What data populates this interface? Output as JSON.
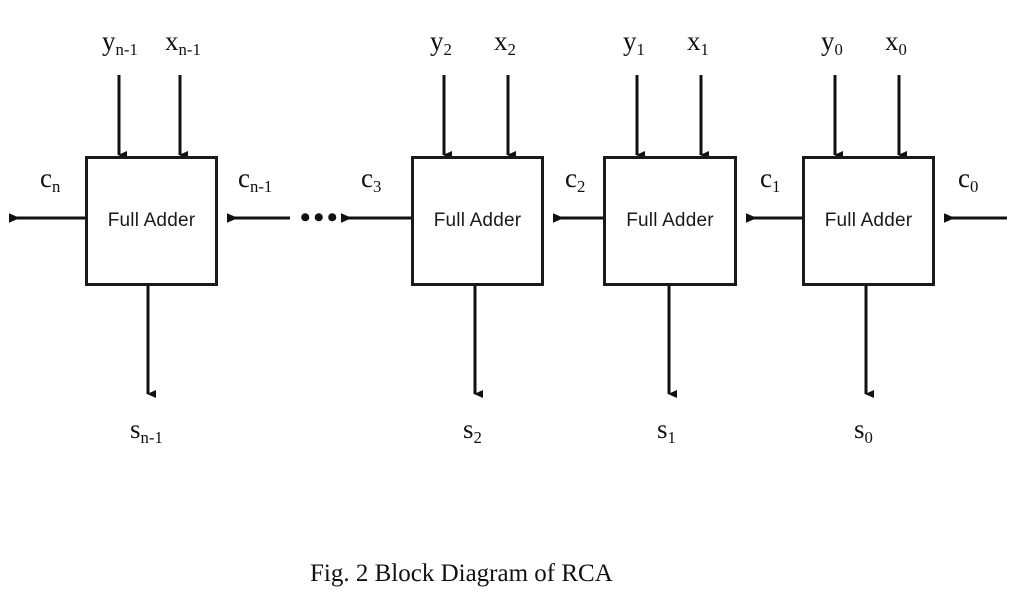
{
  "figure": {
    "caption": "Fig. 2 Block Diagram of RCA",
    "block_label": "Full Adder",
    "ellipsis": "•••",
    "line_color": "#111111",
    "box_border_color": "#1a1a1a",
    "background_color": "#ffffff"
  },
  "stages": [
    {
      "name": "stage-n-1",
      "block_label": "Full Adder",
      "input_y": "y",
      "input_y_sub": "n-1",
      "input_x": "x",
      "input_x_sub": "n-1",
      "carry_out": "c",
      "carry_out_sub": "n",
      "carry_in": "c",
      "carry_in_sub": "n-1",
      "sum": "s",
      "sum_sub": "n-1"
    },
    {
      "name": "stage-2",
      "block_label": "Full Adder",
      "input_y": "y",
      "input_y_sub": "2",
      "input_x": "x",
      "input_x_sub": "2",
      "carry_out": "c",
      "carry_out_sub": "3",
      "carry_in": "c",
      "carry_in_sub": "2",
      "sum": "s",
      "sum_sub": "2"
    },
    {
      "name": "stage-1",
      "block_label": "Full Adder",
      "input_y": "y",
      "input_y_sub": "1",
      "input_x": "x",
      "input_x_sub": "1",
      "carry_out": "c",
      "carry_out_sub": "2",
      "carry_in": "c",
      "carry_in_sub": "1",
      "sum": "s",
      "sum_sub": "1"
    },
    {
      "name": "stage-0",
      "block_label": "Full Adder",
      "input_y": "y",
      "input_y_sub": "0",
      "input_x": "x",
      "input_x_sub": "0",
      "carry_out": "c",
      "carry_out_sub": "1",
      "carry_in": "c",
      "carry_in_sub": "0",
      "sum": "s",
      "sum_sub": "0"
    }
  ],
  "chart_data": {
    "type": "diagram",
    "title": "Fig. 2 Block Diagram of RCA",
    "description": "Ripple Carry Adder composed of cascaded Full Adder blocks",
    "block_count_shown": 4,
    "blocks": [
      "Full Adder",
      "Full Adder",
      "Full Adder",
      "Full Adder"
    ],
    "inputs_top": [
      [
        "y<n-1>",
        "x<n-1>"
      ],
      [
        "y2",
        "x2"
      ],
      [
        "y1",
        "x1"
      ],
      [
        "y0",
        "x0"
      ]
    ],
    "carry_chain": [
      "c0",
      "c1",
      "c2",
      "c3",
      "c<n-1>",
      "cn"
    ],
    "outputs_bottom": [
      "s<n-1>",
      "s2",
      "s1",
      "s0"
    ],
    "carry_direction": "right-to-left"
  }
}
